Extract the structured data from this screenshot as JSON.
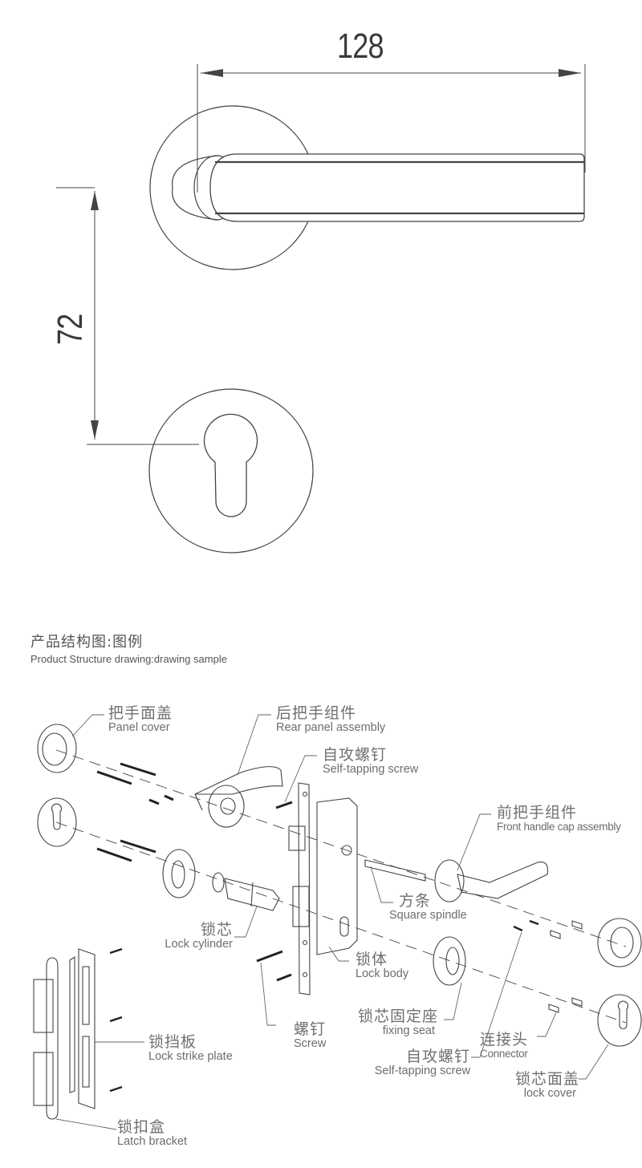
{
  "dimension_drawing": {
    "handle_length": "128",
    "center_distance": "72"
  },
  "section": {
    "title_zh": "产品结构图:图例",
    "title_en": "Product Structure drawing:drawing sample"
  },
  "callouts": {
    "panel_cover": {
      "zh": "把手面盖",
      "en": "Panel cover"
    },
    "rear_panel_assembly": {
      "zh": "后把手组件",
      "en": "Rear panel assembly"
    },
    "self_tapping_screw_top": {
      "zh": "自攻螺钉",
      "en": "Self-tapping screw"
    },
    "front_handle_cap_assembly": {
      "zh": "前把手组件",
      "en": "Front handle cap assembly"
    },
    "square_spindle": {
      "zh": "方条",
      "en": "Square spindle"
    },
    "lock_cylinder": {
      "zh": "锁芯",
      "en": "Lock cylinder"
    },
    "lock_body": {
      "zh": "锁体",
      "en": "Lock body"
    },
    "lock_strike_plate": {
      "zh": "锁挡板",
      "en": "Lock strike plate"
    },
    "screw": {
      "zh": "螺钉",
      "en": "Screw"
    },
    "fixing_seat": {
      "zh": "锁芯固定座",
      "en": "fixing seat"
    },
    "self_tapping_screw_bottom": {
      "zh": "自攻螺钉",
      "en": "Self-tapping screw"
    },
    "connector": {
      "zh": "连接头",
      "en": "Connector"
    },
    "lock_cover": {
      "zh": "锁芯面盖",
      "en": "lock cover"
    },
    "latch_bracket": {
      "zh": "锁扣盒",
      "en": "Latch bracket"
    }
  }
}
